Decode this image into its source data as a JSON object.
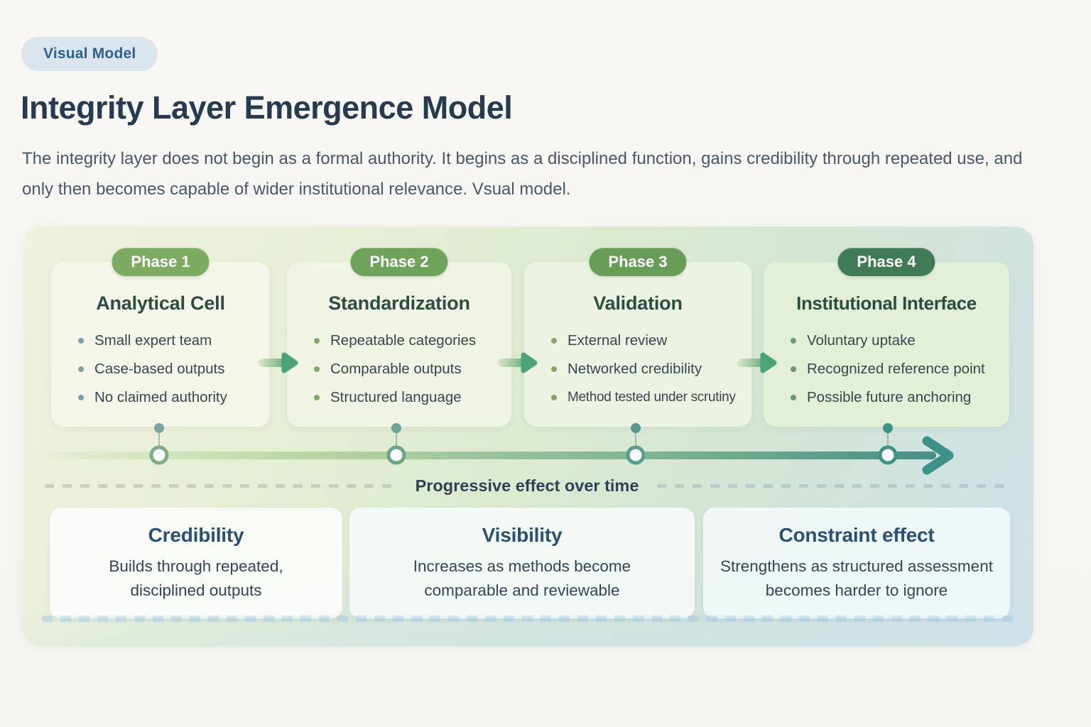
{
  "badge": {
    "label": "Visual Model"
  },
  "header": {
    "title": "Integrity Layer Emergence Model",
    "subtitle": "The integrity layer does not begin as a formal authority. It begins as a disciplined function, gains credibility through repeated use, and only then becomes capable of wider institutional relevance. Vsual model."
  },
  "phases": [
    {
      "pill": "Phase 1",
      "pill_color": "#7cab61",
      "card_bg": "#f4f6e9",
      "bullet_color": "#7d9fa6",
      "title": "Analytical Cell",
      "bullets": [
        "Small expert team",
        "Case-based outputs",
        "No claimed authority"
      ]
    },
    {
      "pill": "Phase 2",
      "pill_color": "#6fa35c",
      "card_bg": "#f0f4e4",
      "bullet_color": "#83a668",
      "title": "Standardization",
      "bullets": [
        "Repeatable categories",
        "Comparable outputs",
        "Structured language"
      ]
    },
    {
      "pill": "Phase 3",
      "pill_color": "#689d58",
      "card_bg": "#edf3e2",
      "bullet_color": "#83a668",
      "title": "Validation",
      "bullets": [
        "External review",
        "Networked credibility",
        "Method tested under scrutiny"
      ]
    },
    {
      "pill": "Phase 4",
      "pill_color": "#417a56",
      "card_bg": "#e3efd6",
      "bullet_color": "#6d9a6a",
      "title": "Institutional Interface",
      "bullets": [
        "Voluntary uptake",
        "Recognized reference point",
        "Possible future anchoring"
      ]
    }
  ],
  "timeline": {
    "label": "Progressive effect over time"
  },
  "outcomes": [
    {
      "title": "Credibility",
      "text": "Builds through repeated, disciplined outputs"
    },
    {
      "title": "Visibility",
      "text": "Increases as methods become comparable and reviewable"
    },
    {
      "title": "Constraint effect",
      "text": "Strengthens as structured assessment becomes harder to ignore"
    }
  ],
  "colors": {
    "badge_bg": "#dae5ed",
    "badge_text": "#2d6191",
    "title_text": "#263b52",
    "subtitle_text": "#47586a",
    "accent_green": "#6fa35c",
    "accent_teal": "#3f9288",
    "outcome_title": "#2b5077"
  }
}
